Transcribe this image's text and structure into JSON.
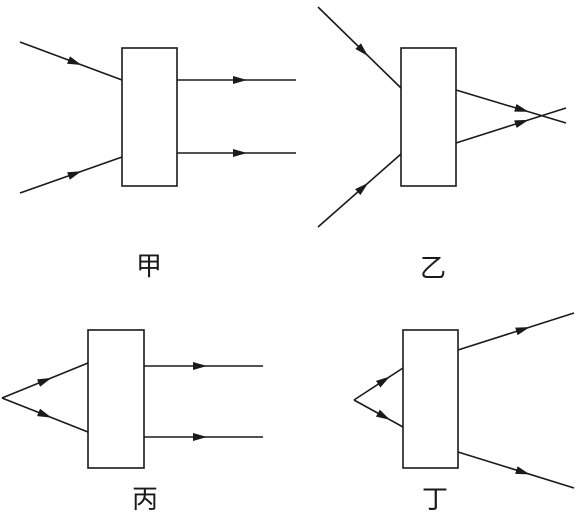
{
  "panels": [
    {
      "id": "jia",
      "label": "甲"
    },
    {
      "id": "yi",
      "label": "乙"
    },
    {
      "id": "bing",
      "label": "丙"
    },
    {
      "id": "ding",
      "label": "丁"
    }
  ]
}
